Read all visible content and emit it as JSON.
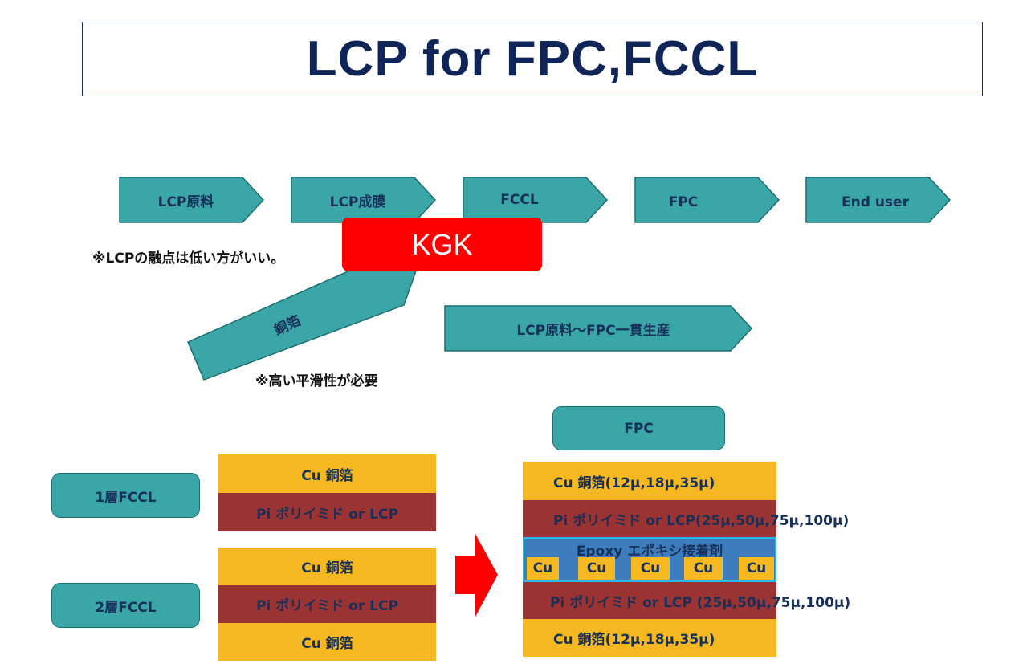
{
  "title": "LCP for FPC,FCCL",
  "flow": {
    "steps": [
      "LCP原料",
      "LCP成膜",
      "FCCL",
      "FPC",
      "End user"
    ],
    "copper_foil": "銅箔",
    "integrated": "LCP原料～FPC一貫生産",
    "kgk": "KGK",
    "note_melting": "※LCPの融点は低い方がいい。",
    "note_smooth": "※高い平滑性が必要"
  },
  "fccl": {
    "one_layer": {
      "label": "1層FCCL",
      "layers": [
        "Cu 銅箔",
        "Pi ポリイミド or LCP"
      ]
    },
    "two_layer": {
      "label": "2層FCCL",
      "layers": [
        "Cu 銅箔",
        "Pi ポリイミド or LCP",
        "Cu 銅箔"
      ]
    }
  },
  "fpc": {
    "label": "FPC",
    "top_cu": "Cu 銅箔(12μ,18μ,35μ)",
    "top_pi": "Pi ポリイミド or LCP(25μ,50μ,75μ,100μ)",
    "epoxy": "Epoxy エポキシ接着剤",
    "cu_pads": [
      "Cu",
      "Cu",
      "Cu",
      "Cu",
      "Cu"
    ],
    "bottom_pi": "Pi ポリイミド or LCP (25μ,50μ,75μ,100μ)",
    "bottom_cu": "Cu 銅箔(12μ,18μ,35μ)"
  },
  "colors": {
    "teal": "#3aa6a8",
    "copper_layer": "#f6b820",
    "polyimide_layer": "#9b3333",
    "epoxy": "#3d7dbd",
    "kgk": "#ff0000",
    "title_text": "#0f2557"
  }
}
